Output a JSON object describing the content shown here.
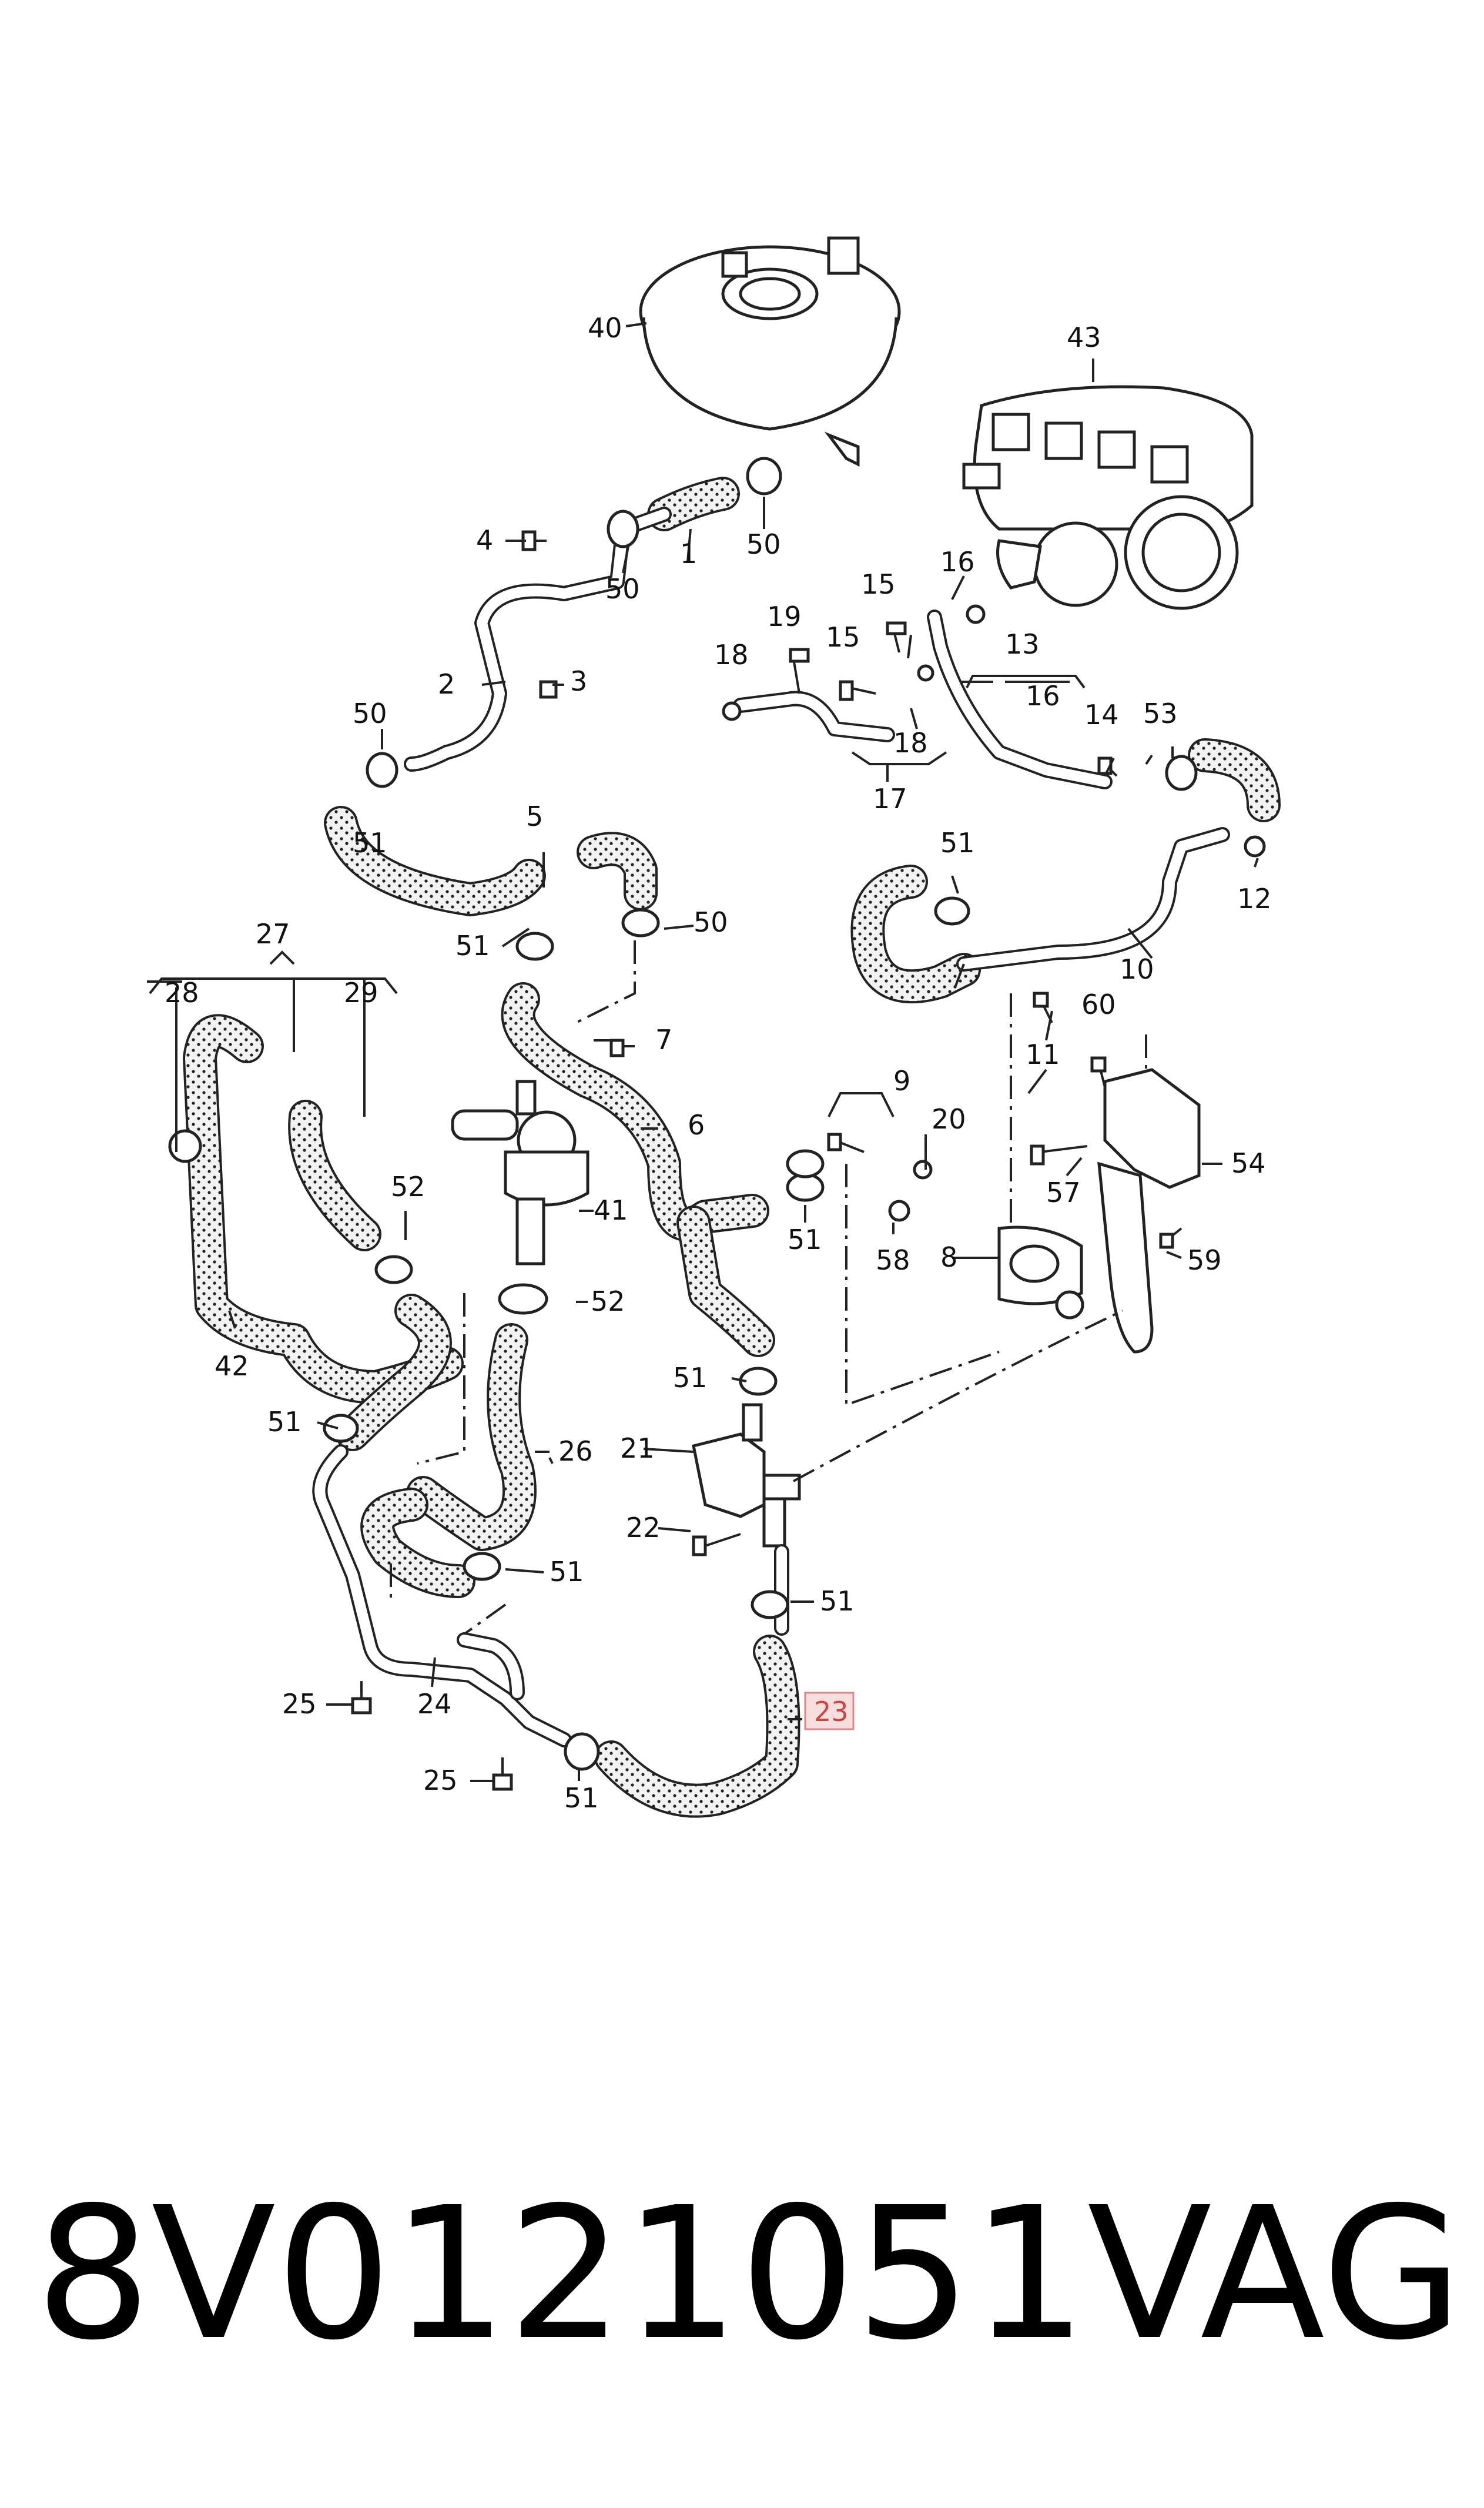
{
  "labels": {
    "l1": "1",
    "l2": "2",
    "l3": "3",
    "l4": "4",
    "l5": "5",
    "l6": "6",
    "l7": "7",
    "l8": "8",
    "l9": "9",
    "l10": "10",
    "l11": "11",
    "l12": "12",
    "l13": "13",
    "l14": "14",
    "l15a": "15",
    "l15b": "15",
    "l16a": "16",
    "l16b": "16",
    "l17": "17",
    "l18a": "18",
    "l18b": "18",
    "l19": "19",
    "l20": "20",
    "l21": "21",
    "l22": "22",
    "l23": "23",
    "l24": "24",
    "l25a": "25",
    "l25b": "25",
    "l26": "26",
    "l27": "27",
    "l28": "28",
    "l29": "29",
    "l40": "40",
    "l41": "41",
    "l42": "42",
    "l43": "43",
    "l50a": "50",
    "l50b": "50",
    "l50c": "50",
    "l50d": "50",
    "l51a": "51",
    "l51b": "51",
    "l51c": "51",
    "l51d": "51",
    "l51e": "51",
    "l51f": "51",
    "l51g": "51",
    "l51h": "51",
    "l51i": "51",
    "l52a": "52",
    "l52b": "52",
    "l53": "53",
    "l54": "54",
    "l57": "57",
    "l58": "58",
    "l59": "59",
    "l60": "60"
  },
  "highlighted_part": "23",
  "footer": {
    "part_number": "8V0121051",
    "brand": "VAG"
  }
}
